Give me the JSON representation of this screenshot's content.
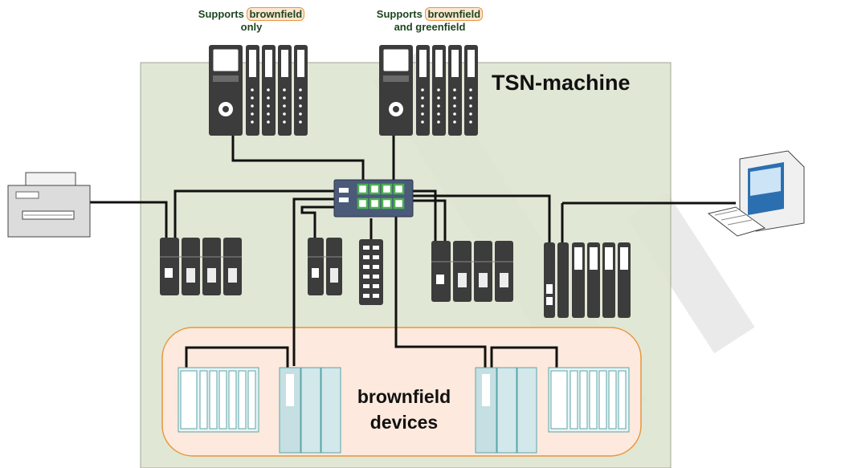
{
  "labels": {
    "plc1_supports": "Supports",
    "plc1_highlight": "brownfield",
    "plc1_rest": "only",
    "plc2_supports": "Supports",
    "plc2_highlight": "brownfield",
    "plc2_rest": "and greenfield",
    "machine_title": "TSN-machine",
    "brownfield_line1": "brownfield",
    "brownfield_line2": "devices"
  },
  "colors": {
    "machine_fill": "#dfe5d2",
    "brownfield_fill": "#fde9dd",
    "brownfield_border": "#e8963c",
    "highlight_border": "#e8963c",
    "label_green": "#1e4620",
    "device_dark": "#3c3c3c",
    "switch_blue": "#4a5a78",
    "switch_ports": "#4caf50",
    "rack_teal": "#5aa5a8"
  },
  "icons": [
    "printer-icon",
    "computer-icon",
    "network-switch-icon",
    "plc-icon",
    "io-module-icon",
    "rack-icon"
  ]
}
